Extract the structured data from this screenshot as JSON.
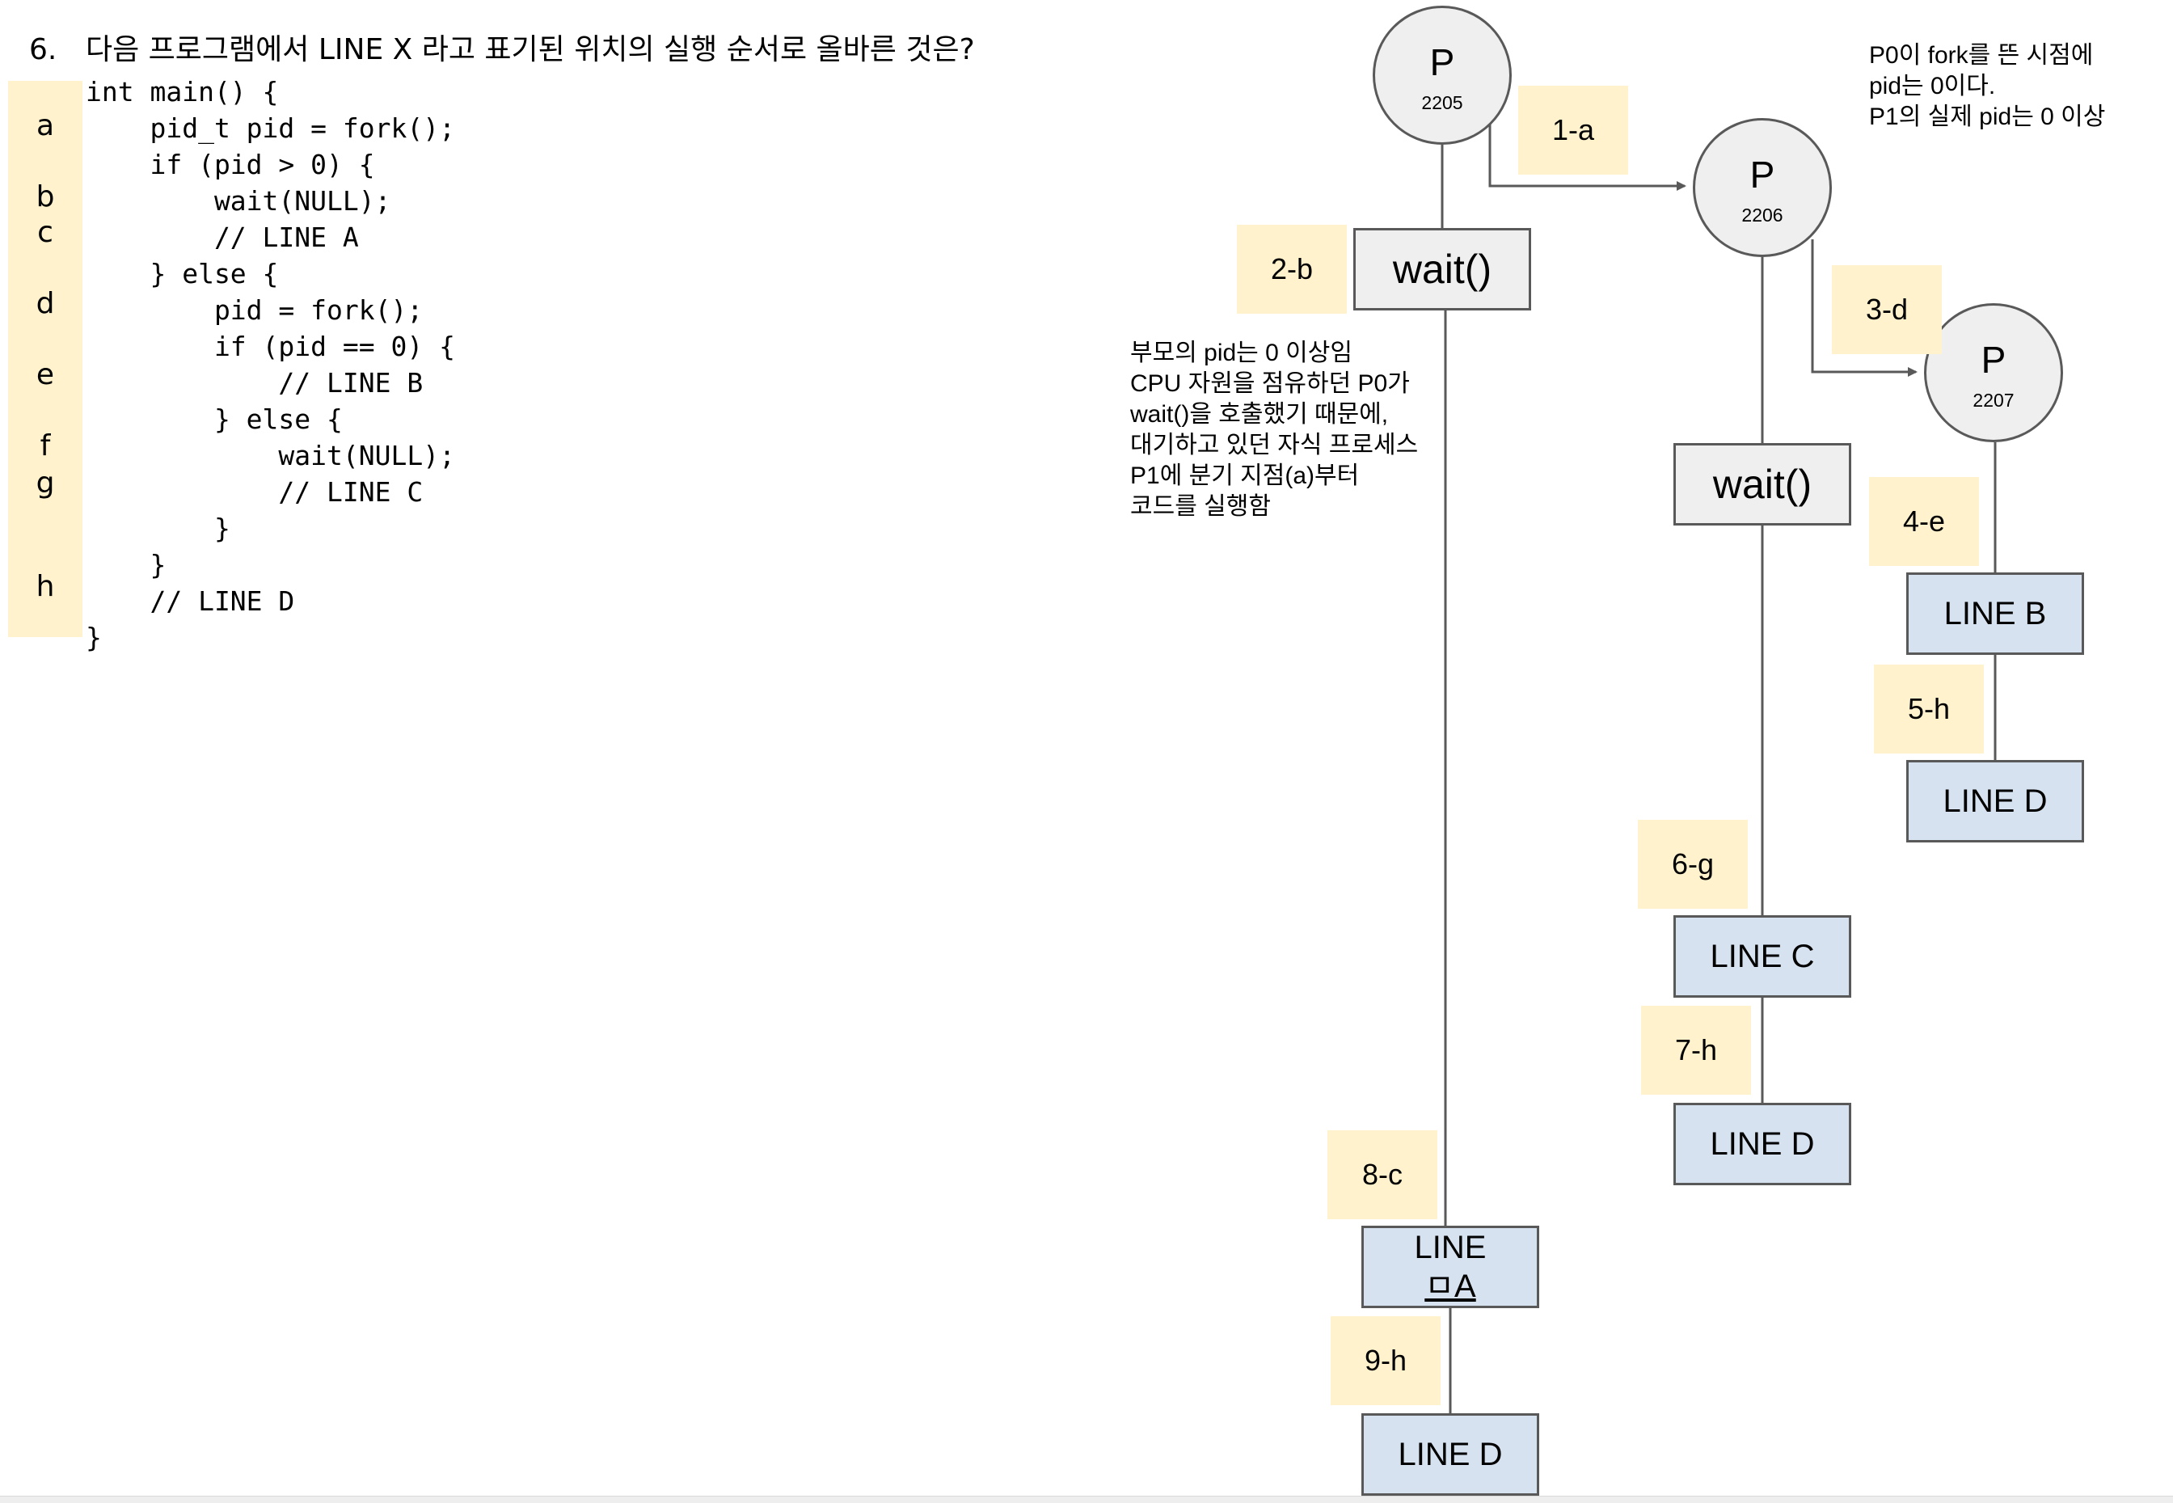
{
  "question": {
    "number": "6.",
    "text": "다음 프로그램에서 LINE X 라고 표기된 위치의 실행 순서로 올바른 것은?"
  },
  "step_labels": [
    "a",
    "b",
    "c",
    "d",
    "e",
    "f",
    "g",
    "h"
  ],
  "code_lines": [
    "int main() {",
    "    pid_t pid = fork();",
    "    if (pid > 0) {",
    "        wait(NULL);",
    "        // LINE A",
    "    } else {",
    "        pid = fork();",
    "        if (pid == 0) {",
    "            // LINE B",
    "        } else {",
    "            wait(NULL);",
    "            // LINE C",
    "        }",
    "    }",
    "    // LINE D",
    "}"
  ],
  "diagram": {
    "processes": [
      {
        "label": "P",
        "pid": "2205"
      },
      {
        "label": "P",
        "pid": "2206"
      },
      {
        "label": "P",
        "pid": "2207"
      }
    ],
    "wait_boxes": [
      "wait()",
      "wait()"
    ],
    "line_boxes": {
      "p0_line_a_top": "LINE",
      "p0_line_a_bottom": "ㅁA",
      "p0_line_d": "LINE D",
      "p1_line_c": "LINE C",
      "p1_line_d": "LINE D",
      "p2_line_b": "LINE B",
      "p2_line_d": "LINE D"
    },
    "steps": [
      "1-a",
      "2-b",
      "3-d",
      "4-e",
      "5-h",
      "6-g",
      "7-h",
      "8-c",
      "9-h"
    ],
    "note_left": [
      "부모의 pid는 0 이상임",
      "CPU 자원을 점유하던 P0가",
      "wait()을 호출했기 때문에,",
      "대기하고 있던 자식 프로세스",
      "P1에 분기 지점(a)부터",
      "코드를 실행함"
    ],
    "note_right": [
      "P0이 fork를 뜬 시점에",
      "pid는 0이다.",
      "P1의 실제 pid는 0 이상"
    ]
  },
  "colors": {
    "sticky": "#fff2cc",
    "line_box": "#d6e2f0",
    "wait_box": "#efefef",
    "stroke": "#595959"
  }
}
